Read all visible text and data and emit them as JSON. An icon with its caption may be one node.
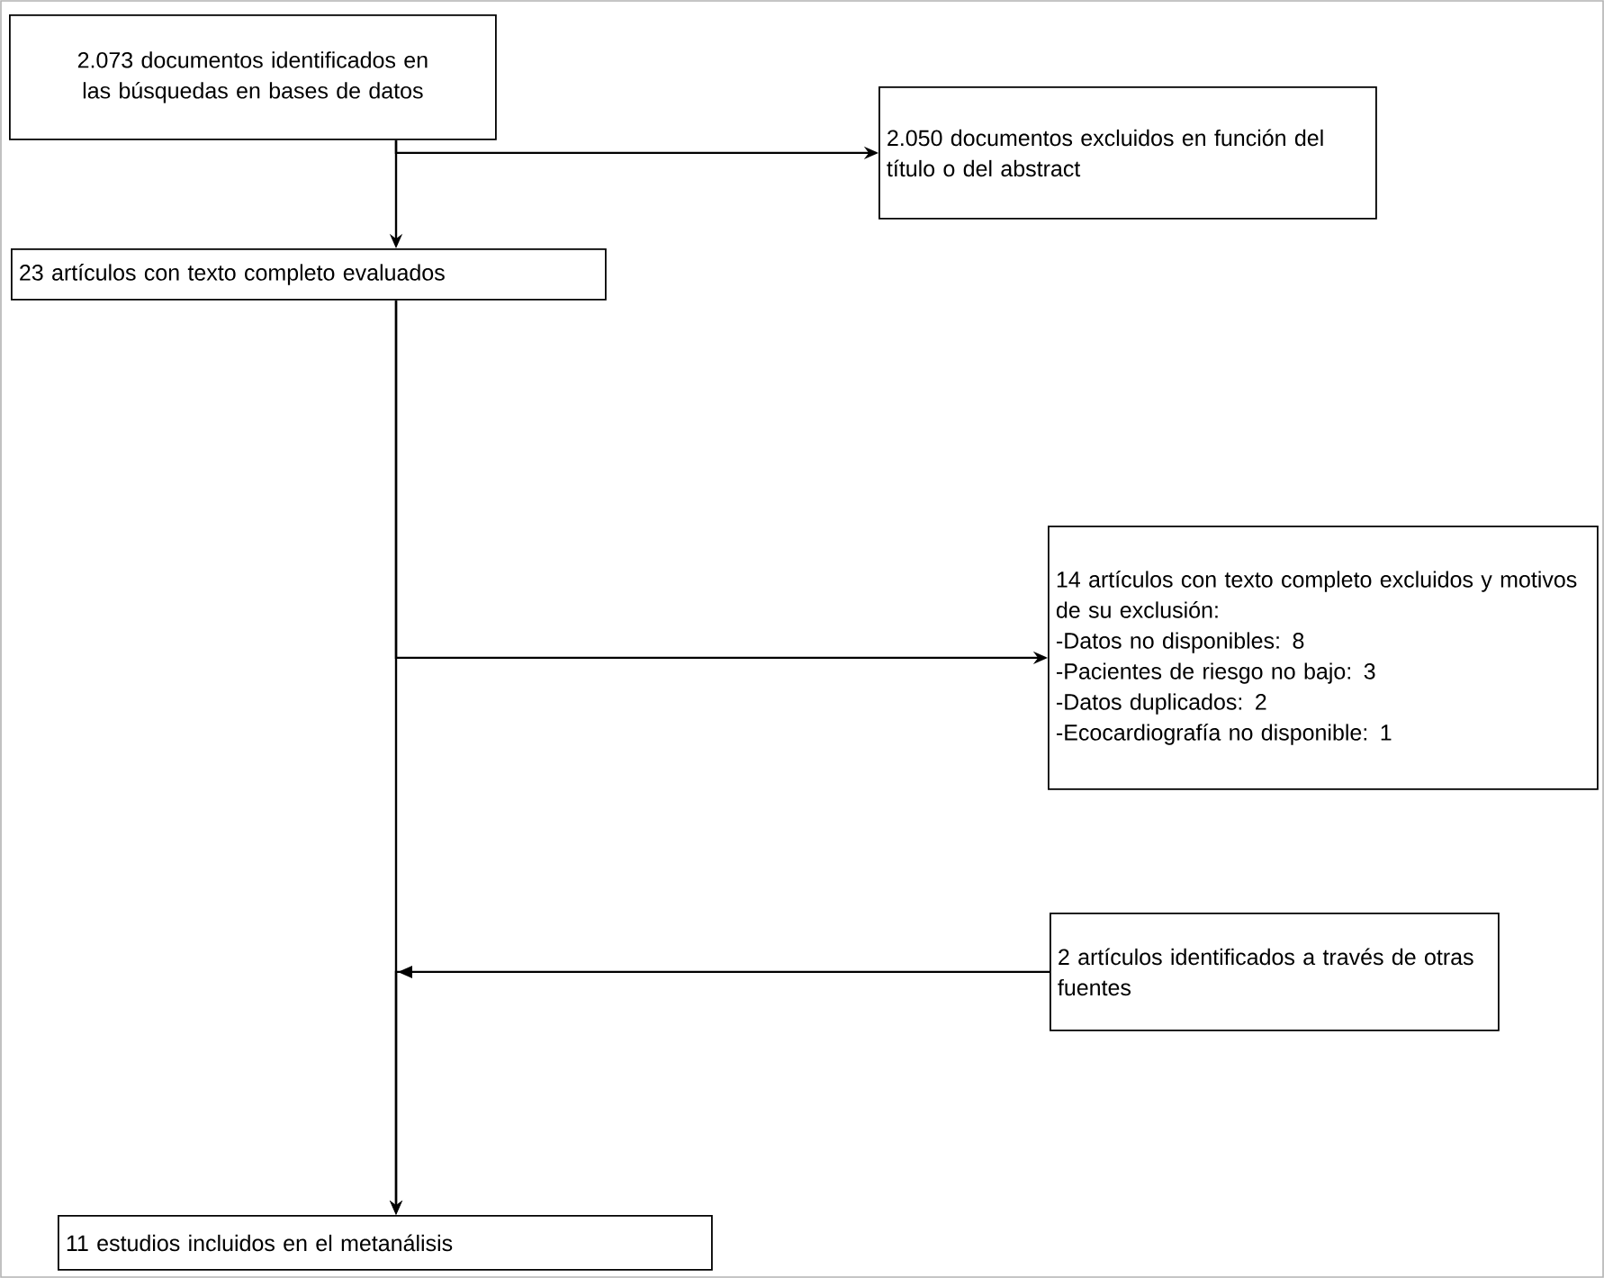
{
  "diagram": {
    "nodes": [
      {
        "text": [
          "2.073 documentos identificados en las búsquedas en bases de datos"
        ]
      },
      {
        "text": [
          "2.050 documentos excluidos en función del título o del abstract"
        ]
      },
      {
        "text": [
          "23 artículos con texto completo evaluados"
        ]
      },
      {
        "text": [
          "14 artículos con texto completo excluidos y motivos de su exclusión:",
          "-Datos no disponibles: 8",
          "-Pacientes de riesgo no bajo: 3",
          "-Datos duplicados: 2",
          "-Ecocardiografía no disponible: 1"
        ]
      },
      {
        "text": [
          "2 artículos identificados a través de otras fuentes"
        ]
      },
      {
        "text": [
          "11 estudios incluidos en el metanálisis"
        ]
      }
    ],
    "edges": [
      {
        "from": 0,
        "to": 2,
        "arrow": "to"
      },
      {
        "from": 0,
        "to": 1,
        "arrow": "to"
      },
      {
        "from": 2,
        "to": 5,
        "arrow": "to"
      },
      {
        "from": 2,
        "to": 3,
        "arrow": "to"
      },
      {
        "from": 4,
        "to": 5,
        "arrow": "to"
      }
    ]
  }
}
